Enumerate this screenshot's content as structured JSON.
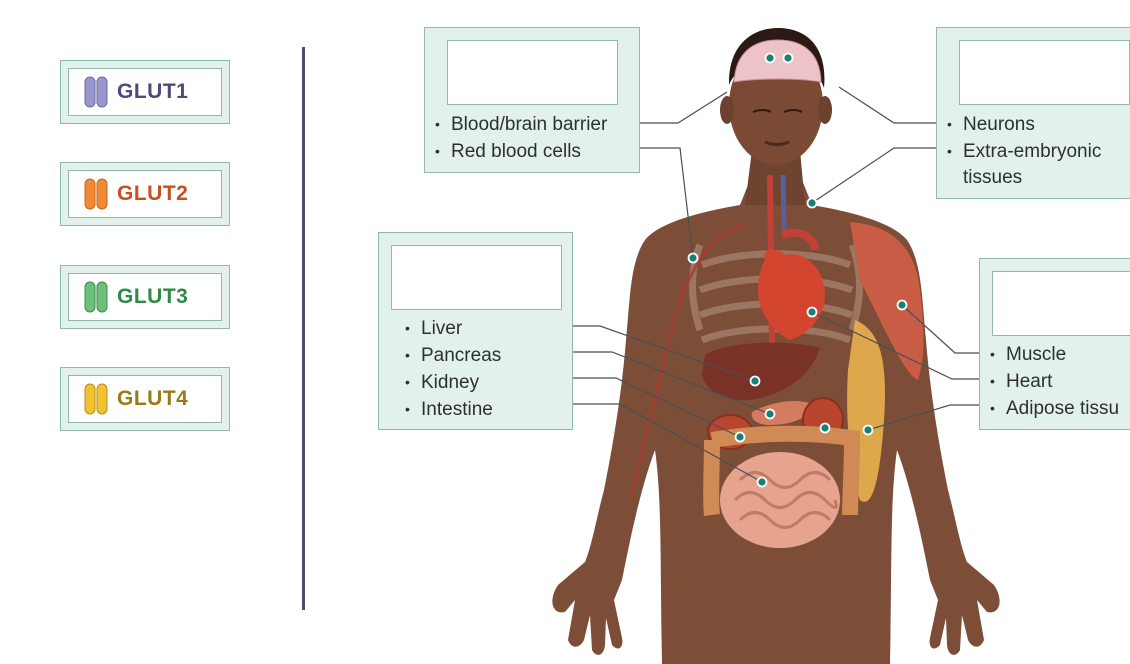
{
  "transporters": [
    {
      "label": "GLUT1",
      "color": "#4b4a7a",
      "icon_color": "#9a97cf"
    },
    {
      "label": "GLUT2",
      "color": "#c8501f",
      "icon_color": "#f08a34"
    },
    {
      "label": "GLUT3",
      "color": "#2f8a48",
      "icon_color": "#6cc07b"
    },
    {
      "label": "GLUT4",
      "color": "#9a7a12",
      "icon_color": "#f2c230"
    }
  ],
  "callouts": {
    "glut1": {
      "items": [
        "Blood/brain barrier",
        "Red blood cells"
      ]
    },
    "glut3": {
      "items": [
        "Neurons",
        "Extra-embryonic",
        "tissues"
      ]
    },
    "glut2": {
      "items": [
        "Liver",
        "Pancreas",
        "Kidney",
        "Intestine"
      ]
    },
    "glut4": {
      "items": [
        "Muscle",
        "Heart",
        "Adipose tissu"
      ]
    }
  },
  "bullet": "•"
}
